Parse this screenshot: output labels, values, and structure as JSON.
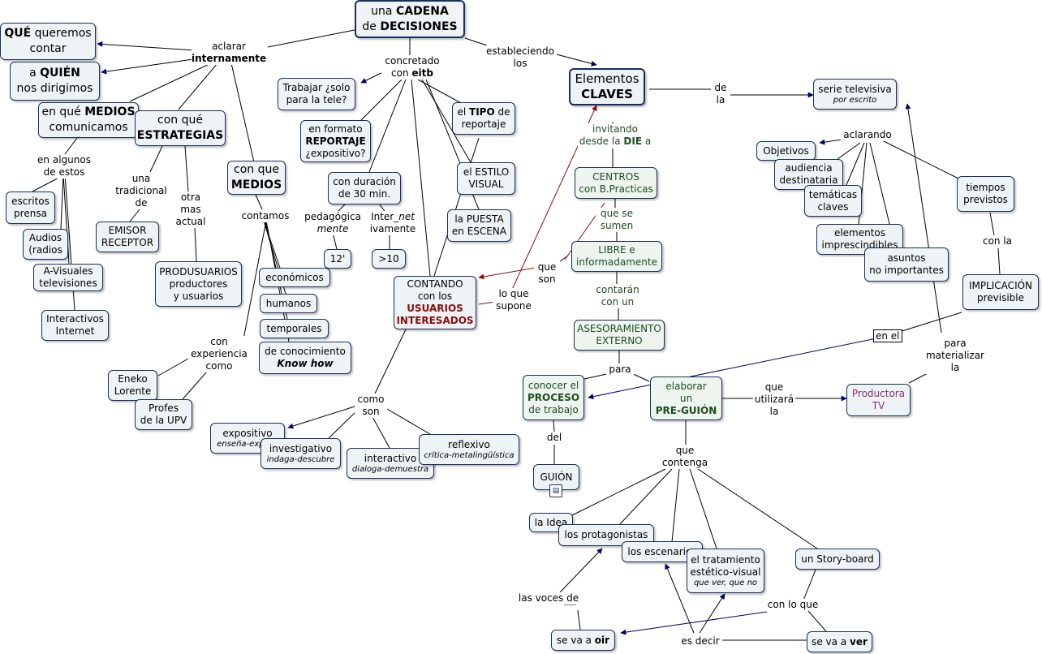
{
  "nodes": {
    "cadena": [
      "una ",
      "CADENA",
      "de ",
      "DECISIONES"
    ],
    "que_queremos": [
      "QUÉ",
      " queremos",
      "contar"
    ],
    "a_quien": [
      "a ",
      "QUIÉN",
      "nos dirigimos"
    ],
    "medios_comunicamos": [
      "en qué ",
      "MEDIOS",
      "comunicamos"
    ],
    "con_que_estrategias": [
      "con qué",
      "ESTRATEGIAS"
    ],
    "escritos_prensa": [
      "escritos",
      "prensa"
    ],
    "audios_radios": [
      "Audios",
      "(radios"
    ],
    "a_visuales": [
      "A-Visuales",
      "televisiones"
    ],
    "interactivos": [
      "Interactivos",
      "Internet"
    ],
    "emisor_receptor": [
      "EMISOR",
      "RECEPTOR"
    ],
    "produsuarios": [
      "PRODUSUARIOS",
      "productores",
      "y usuarios"
    ],
    "con_que_medios": [
      "con que",
      "MEDIOS"
    ],
    "economicos": "económicos",
    "humanos": "humanos",
    "temporales": "temporales",
    "conocimiento": [
      "de conocimiento",
      "Know how"
    ],
    "eneko": [
      "Eneko",
      "Lorente"
    ],
    "profes": [
      "Profes",
      "de la UPV"
    ],
    "trabajar_tele": [
      "Trabajar ¿solo",
      "para la tele?"
    ],
    "formato_reportaje": [
      "en formato",
      "REPORTAJE",
      "¿expositivo?"
    ],
    "duracion": [
      "con duración",
      "de 30 min."
    ],
    "doce": "12'",
    "mayor10": ">10",
    "tipo": [
      "el ",
      "TIPO",
      " de",
      "reportaje"
    ],
    "estilo": [
      "el ESTILO",
      "VISUAL"
    ],
    "puesta": [
      "la PUESTA",
      "en ESCENA"
    ],
    "contando": [
      "CONTANDO",
      "con los",
      "USUARIOS",
      "INTERESADOS"
    ],
    "expositivo": [
      "expositivo",
      "enseña-explica"
    ],
    "investigativo": [
      "investigativo",
      "indaga-descubre"
    ],
    "interactivo": [
      "interactivo",
      "dialoga-demuestra"
    ],
    "reflexivo": [
      "reflexivo",
      "crítica-metalingüística"
    ],
    "elementos_claves": [
      "Elementos",
      "CLAVES"
    ],
    "centros": [
      "CENTROS",
      "con B.Practicas"
    ],
    "libre": [
      "LIBRE e",
      "informadamente"
    ],
    "asesoramiento": [
      "ASESORAMIENTO",
      "EXTERNO"
    ],
    "conocer_proceso": [
      "conocer el",
      "PROCESO",
      "de trabajo"
    ],
    "guion": "GUIÓN",
    "elaborar_preguion": [
      "elaborar",
      "un",
      "PRE-GUIÓN"
    ],
    "productora": [
      "Productora",
      "TV"
    ],
    "serie_tv": [
      "serie televisiva",
      "por escrito"
    ],
    "objetivos": "Objetivos",
    "audiencia": [
      "audiencia",
      "destinataria"
    ],
    "tematicas": [
      "temáticas",
      "claves"
    ],
    "elementos_impres": [
      "elementos",
      "imprescindibles"
    ],
    "asuntos": [
      "asuntos",
      "no importantes"
    ],
    "tiempos": [
      "tiempos",
      "previstos"
    ],
    "implicacion": [
      "IMPLICACIÓN",
      "previsible"
    ],
    "la_idea": "la Idea",
    "protagonistas": "los protagonistas",
    "escenarios": "los escenarios",
    "tratamiento": [
      "el tratamiento",
      "estético-visual",
      "que ver, que no"
    ],
    "storyboard": "un Story-board",
    "oir": [
      "se va a ",
      "oir"
    ],
    "ver": [
      "se va a ",
      "ver"
    ]
  },
  "links": {
    "aclarar": [
      "aclarar",
      "internamente"
    ],
    "en_algunos": [
      "en algunos",
      "de estos"
    ],
    "una_tradicional": [
      "una",
      "tradicional",
      "de"
    ],
    "otra_actual": [
      "otra",
      "mas",
      "actual"
    ],
    "contamos": "contamos",
    "con_experiencia": [
      "con",
      "experiencia",
      "como"
    ],
    "concretado": [
      "concretado",
      "con ",
      "eitb"
    ],
    "pedagogica": [
      "pedagógica",
      "mente"
    ],
    "internet": [
      "Inter_",
      "net",
      "ivamente"
    ],
    "como_son": [
      "como",
      "son"
    ],
    "estableciendo": [
      "estableciendo",
      "los"
    ],
    "invitando": [
      "invitando",
      "desde la ",
      "DIE",
      " a"
    ],
    "que_se_sumen": [
      "que se",
      "sumen"
    ],
    "que_son": [
      "que",
      "son"
    ],
    "lo_que_supone": [
      "lo que",
      "supone"
    ],
    "contaran": [
      "contarán",
      "con un"
    ],
    "para": "para",
    "del": "del",
    "que_utilizara": [
      "que",
      "utilizará",
      "la"
    ],
    "que_contenga": [
      "que",
      "contenga"
    ],
    "las_voces": "las voces de",
    "con_lo_que": "con lo que",
    "es_decir": "es decir",
    "de_la": [
      "de",
      "la"
    ],
    "aclarando": "aclarando",
    "con_la": "con la",
    "en_el": "en el",
    "para_materializar": [
      "para",
      "materializar",
      "la"
    ]
  },
  "colors": {
    "node_fill": "#eef3f6",
    "node_border": "#17305a",
    "arrow_navy": "#000066",
    "arrow_red": "#8b0d0d",
    "green_text": "#1f4d22",
    "magenta_text": "#8c2d6b"
  },
  "icons": {
    "guion_attachment": "document-link-icon"
  }
}
